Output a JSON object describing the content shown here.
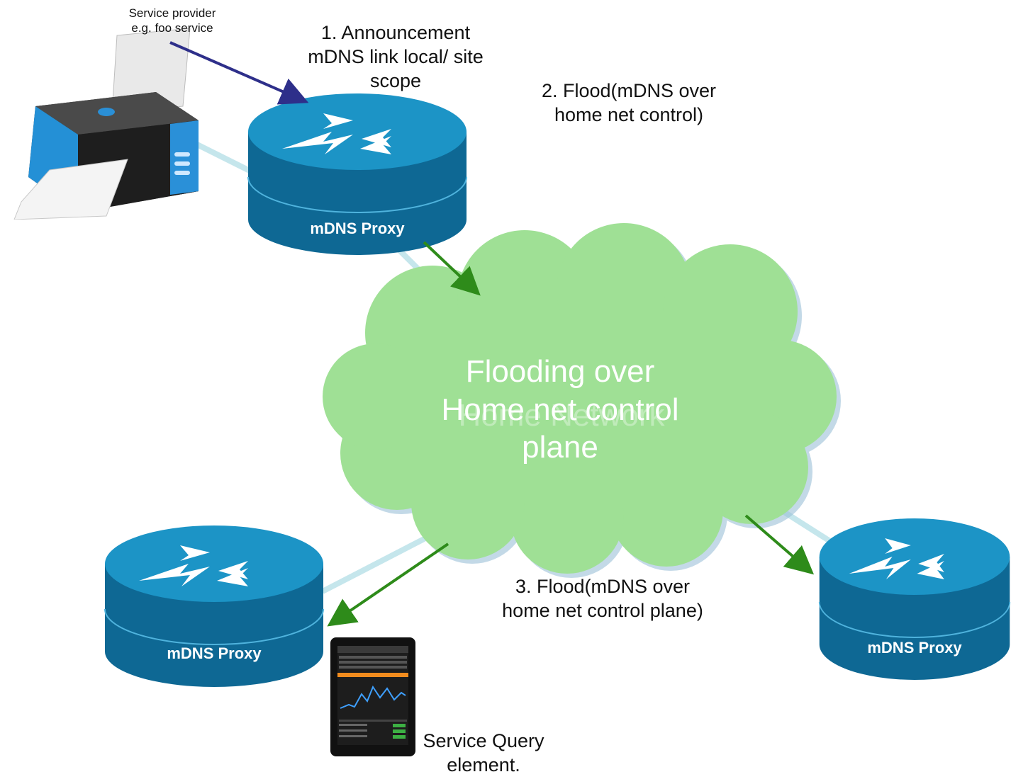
{
  "labels": {
    "service_provider_line1": "Service provider",
    "service_provider_line2": "e.g. foo service",
    "step1_line1": "1.  Announcement",
    "step1_line2": "mDNS link local/ site",
    "step1_line3": "scope",
    "step2_line1": "2. Flood(mDNS over",
    "step2_line2": "home net control)",
    "step3_line1": "3. Flood(mDNS over",
    "step3_line2": "home net control plane)",
    "query_line1": "Service Query",
    "query_line2": "element."
  },
  "cloud": {
    "line1": "Flooding over",
    "line2": "Home net control",
    "line3": "plane",
    "ghost": "Home Network",
    "fill": "#9fe095"
  },
  "routers": [
    {
      "id": "top",
      "label": "mDNS Proxy"
    },
    {
      "id": "bottom-left",
      "label": "mDNS Proxy"
    },
    {
      "id": "bottom-right",
      "label": "mDNS Proxy"
    }
  ],
  "colors": {
    "router_top": "#1a8fbd",
    "router_side": "#0d5f86",
    "announce_arrow": "#2e2f8a",
    "flood_arrow": "#2e8b1a",
    "link": "#bfe3ea"
  },
  "icons": {
    "printer": "printer-icon",
    "tablet": "tablet-icon",
    "router": "router-icon"
  }
}
